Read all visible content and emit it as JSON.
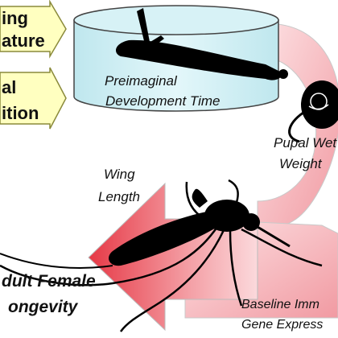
{
  "factor_boxes": [
    {
      "line1": "ing",
      "line2": "ature"
    },
    {
      "line1": "al",
      "line2": "ition"
    }
  ],
  "labels": {
    "preimaginal_line1": "Preimaginal",
    "preimaginal_line2": "Development Time",
    "pupal_line1": "Pupal Wet",
    "pupal_line2": "Weight",
    "wing_line1": "Wing",
    "wing_line2": "Length",
    "female_line1": "dult Female",
    "female_line2": "ongevity",
    "immune_line1": "Baseline Imm",
    "immune_line2": "Gene Express"
  },
  "colors": {
    "box_fill": "#ffffc0",
    "cylinder_fill": "#cdeef2",
    "arrow_fill": "#f0a0a8",
    "arrow_red": "#e8404c",
    "silhouette": "#000000"
  }
}
